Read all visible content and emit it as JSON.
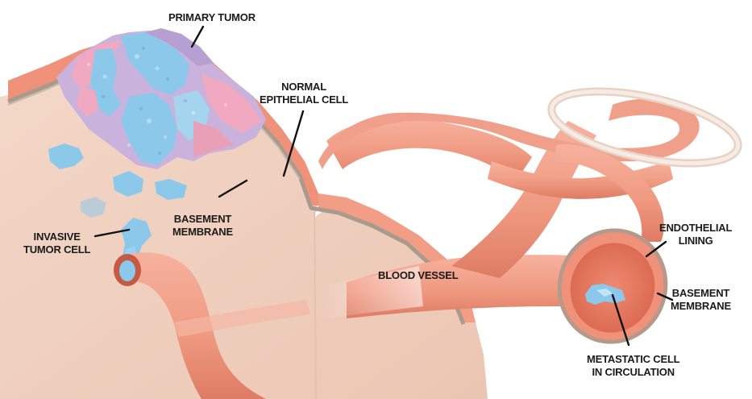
{
  "colors": {
    "tissue": "#f1d2c1",
    "tissue_shade": "#e8bfab",
    "epithelium": "#f0917a",
    "membrane": "#a89a8c",
    "vessel": "#f2a089",
    "vessel_dark": "#e07d66",
    "vessel_inner": "#e8785f",
    "tumor_blue": "#8cc8ea",
    "tumor_purple": "#c9b3dc",
    "tumor_pink": "#f0a9c0",
    "line": "#111111"
  },
  "labels": {
    "primary_tumor": "PRIMARY TUMOR",
    "normal_epithelial": [
      "NORMAL",
      "EPITHELIAL CELL"
    ],
    "basement_membrane_left": [
      "BASEMENT",
      "MEMBRANE"
    ],
    "invasive_tumor": [
      "INVASIVE",
      "TUMOR CELL"
    ],
    "blood_vessel": "BLOOD VESSEL",
    "endothelial": [
      "ENDOTHELIAL",
      "LINING"
    ],
    "basement_membrane_right": [
      "BASEMENT",
      "MEMBRANE"
    ],
    "metastatic": [
      "METASTATIC CELL",
      "IN CIRCULATION"
    ]
  }
}
